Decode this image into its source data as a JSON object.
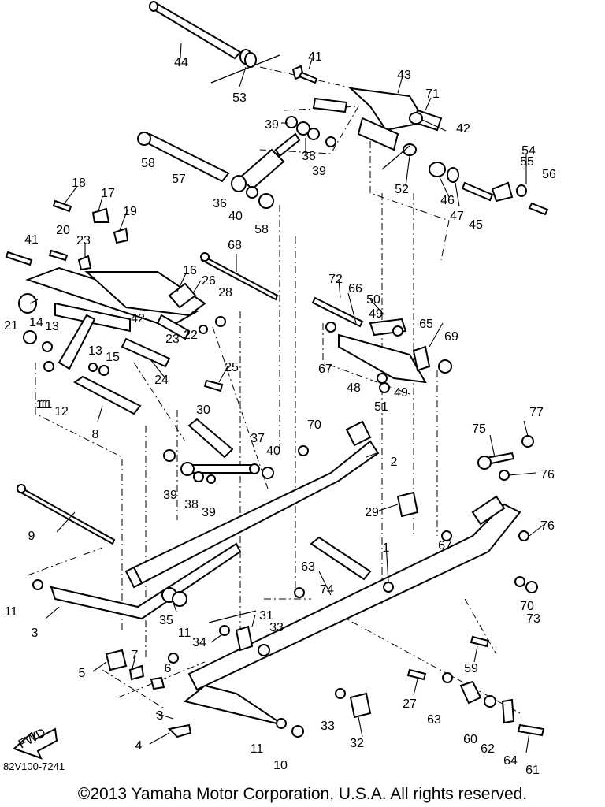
{
  "callouts": [
    "1",
    "2",
    "3",
    "3",
    "4",
    "5",
    "6",
    "7",
    "8",
    "9",
    "10",
    "11",
    "11",
    "11",
    "11",
    "11",
    "12",
    "13",
    "13",
    "14",
    "15",
    "16",
    "17",
    "18",
    "19",
    "20",
    "21",
    "22",
    "23",
    "23",
    "24",
    "25",
    "26",
    "27",
    "28",
    "29",
    "30",
    "31",
    "32",
    "33",
    "33",
    "34",
    "35",
    "36",
    "37",
    "38",
    "38",
    "39",
    "39",
    "39",
    "39",
    "40",
    "40",
    "41",
    "41",
    "42",
    "42",
    "43",
    "44",
    "45",
    "46",
    "47",
    "48",
    "49",
    "49",
    "50",
    "51",
    "52",
    "53",
    "54",
    "55",
    "56",
    "57",
    "58",
    "58",
    "59",
    "60",
    "61",
    "62",
    "63",
    "63",
    "64",
    "65",
    "66",
    "67",
    "67",
    "68",
    "69",
    "70",
    "70",
    "71",
    "72",
    "73",
    "74",
    "75",
    "76",
    "76",
    "77"
  ],
  "fwd_label": "FWD",
  "drawing_code": "82V100-7241",
  "copyright": "©2013 Yamaha Motor Corporation, U.S.A. All rights reserved."
}
